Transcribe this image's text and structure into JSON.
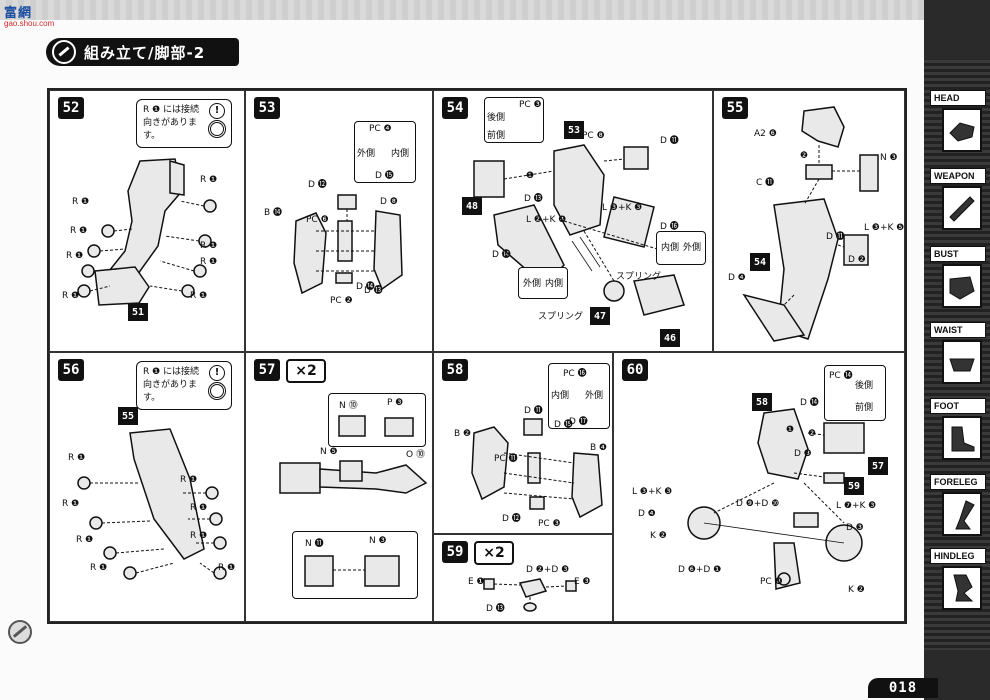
{
  "watermark": {
    "main": "富網",
    "sub": "gao.shou.com"
  },
  "header": {
    "title": "組み立て/脚部-2"
  },
  "steps": [
    {
      "num": "52",
      "note": [
        "R ❶ には接続",
        "向きがあります。"
      ],
      "callout": "51",
      "labels": [
        "R ❶",
        "R ❶",
        "R ❶",
        "R ❶",
        "R ❶",
        "R ❶",
        "R ❶",
        "R ❶"
      ]
    },
    {
      "num": "53",
      "inset": [
        "PC ❹",
        "外側",
        "内側",
        "D ⓯"
      ],
      "labels": [
        "D ⓬",
        "B ⓮",
        "PC ❻",
        "D ❽",
        "D ⓭",
        "PC ❷",
        "D ⓮"
      ]
    },
    {
      "num": "54",
      "callouts": [
        "53",
        "48",
        "47",
        "46"
      ],
      "inset_a": [
        "PC ❸",
        "後側",
        "前側"
      ],
      "inset_b": [
        "内側",
        "外側"
      ],
      "inset_c": [
        "外側",
        "内側"
      ],
      "labels": [
        "PC ❽",
        "D ⓫",
        "❶",
        "L ❷+K ❹",
        "L ❸+K ❸",
        "D ⓰",
        "D ⓮",
        "D ⓭",
        "スプリング",
        "スプリング"
      ]
    },
    {
      "num": "55",
      "callout": "54",
      "labels": [
        "A2 ❻",
        "❷",
        "C ⓫",
        "N ❸",
        "D ⓫",
        "L ❸+K ❺",
        "D ❹",
        "D ❷"
      ]
    },
    {
      "num": "56",
      "note": [
        "R ❶ には接続",
        "向きがあります。"
      ],
      "callout": "55",
      "labels": [
        "R ❶",
        "R ❶",
        "R ❶",
        "R ❶",
        "R ❶",
        "R ❶",
        "R ❶",
        "R ❶"
      ]
    },
    {
      "num": "57",
      "x2": "×2",
      "labels": [
        "N ⓾",
        "P ❸",
        "N ❺",
        "O ⓾",
        "N ⓫",
        "N ❸"
      ]
    },
    {
      "num": "58",
      "inset": [
        "PC ⓰",
        "内側",
        "外側",
        "D ⓱"
      ],
      "labels": [
        "D ⓫",
        "B ❷",
        "PC ⓫",
        "D ⓯",
        "B ❹",
        "D ⓬",
        "PC ❸"
      ]
    },
    {
      "num": "59",
      "x2": "×2",
      "labels": [
        "E ❶",
        "D ❷+D ❸",
        "E ❸",
        "D ⓭"
      ]
    },
    {
      "num": "60",
      "callouts": [
        "58",
        "57",
        "59"
      ],
      "inset": [
        "PC ⓮",
        "後側",
        "前側"
      ],
      "labels": [
        "D ⓮",
        "❶",
        "❷",
        "D ❸",
        "L ❸+K ❸",
        "D ❹",
        "K ❷",
        "D ❾+D ❿",
        "L ❼+K ❸",
        "D ❸",
        "D ❻+D ❶",
        "PC ❽",
        "K ❷"
      ]
    }
  ],
  "sidebar": {
    "items": [
      {
        "label": "HEAD",
        "icon": "head-icon"
      },
      {
        "label": "WEAPON",
        "icon": "weapon-icon"
      },
      {
        "label": "BUST",
        "icon": "bust-icon"
      },
      {
        "label": "WAIST",
        "icon": "waist-icon"
      },
      {
        "label": "FOOT",
        "icon": "foot-icon"
      },
      {
        "label": "FORELEG",
        "icon": "foreleg-icon"
      },
      {
        "label": "HINDLEG",
        "icon": "hindleg-icon"
      }
    ]
  },
  "page_number": "018"
}
